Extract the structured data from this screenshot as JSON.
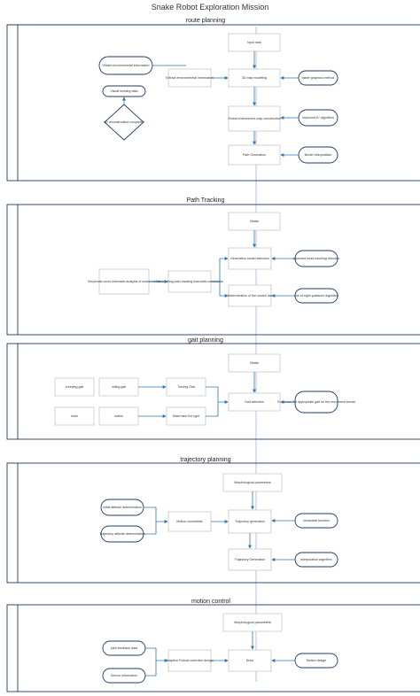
{
  "title": "Snake Robot Exploration Mission",
  "colors": {
    "lane_border": "#1f3864",
    "arrow": "#2e75b6",
    "box_border": "#c9c9c9"
  },
  "lanes": [
    {
      "id": "route",
      "title": "route planning",
      "nodes": [
        {
          "id": "r1",
          "text": "Input task"
        },
        {
          "id": "r2",
          "text": "Obtain environmental information"
        },
        {
          "id": "r3",
          "text": "Extract environmental information"
        },
        {
          "id": "r4",
          "text": "3D map modeling"
        },
        {
          "id": "r5",
          "text": "raster graphics method"
        },
        {
          "id": "r6",
          "text": "Visual sensing data"
        },
        {
          "id": "r7",
          "text": "3D reconstruction complete?"
        },
        {
          "id": "r8",
          "text": "Global environment map construction"
        },
        {
          "id": "r9",
          "text": "improved A* algorithm"
        },
        {
          "id": "r10",
          "text": "Path Generation"
        },
        {
          "id": "r11",
          "text": "Bezier interpolation"
        }
      ]
    },
    {
      "id": "tracking",
      "title": "Path Tracking",
      "nodes": [
        {
          "id": "p1",
          "text": "Obtain"
        },
        {
          "id": "p2",
          "text": "Kinematics model selection"
        },
        {
          "id": "p3",
          "text": "expected head traveling direction"
        },
        {
          "id": "p4",
          "text": "Serpenoid curve kinematic analysis of snake robots"
        },
        {
          "id": "p5",
          "text": "Establishing path tracking kinematic constraints"
        },
        {
          "id": "p6",
          "text": "Determination of the control law"
        },
        {
          "id": "p7",
          "text": "line-of-sight guidance algorithm"
        }
      ]
    },
    {
      "id": "gait",
      "title": "gait planning",
      "nodes": [
        {
          "id": "g1",
          "text": "Obtain"
        },
        {
          "id": "g2",
          "text": "creeping gait"
        },
        {
          "id": "g3",
          "text": "rolling gait"
        },
        {
          "id": "g4",
          "text": "Turning Gait"
        },
        {
          "id": "g5",
          "text": "Gait selection"
        },
        {
          "id": "g6",
          "text": "To choose the appropriate gait for the movement terrain"
        },
        {
          "id": "g7",
          "text": "twist"
        },
        {
          "id": "g8",
          "text": "incline"
        },
        {
          "id": "g9",
          "text": "Determine the type"
        }
      ]
    },
    {
      "id": "trajectory",
      "title": "trajectory planning",
      "nodes": [
        {
          "id": "t1",
          "text": "Morphological parameters"
        },
        {
          "id": "t2",
          "text": "initial attitude determination"
        },
        {
          "id": "t3",
          "text": "Motion constraints"
        },
        {
          "id": "t4",
          "text": "Trajectory generation"
        },
        {
          "id": "t5",
          "text": "sinusoidal function"
        },
        {
          "id": "t6",
          "text": "Trajectory attitude determination"
        },
        {
          "id": "t7",
          "text": "Trajectory Generation"
        },
        {
          "id": "t8",
          "text": "interpolation algorithm"
        }
      ]
    },
    {
      "id": "motion",
      "title": "motion control",
      "nodes": [
        {
          "id": "m1",
          "text": "Morphological parameters"
        },
        {
          "id": "m2",
          "text": "joint feedback data"
        },
        {
          "id": "m3",
          "text": "Adaptive Robust controller design"
        },
        {
          "id": "m4",
          "text": "Drive"
        },
        {
          "id": "m5",
          "text": "Motion design"
        },
        {
          "id": "m6",
          "text": "Sensor information"
        }
      ]
    }
  ]
}
